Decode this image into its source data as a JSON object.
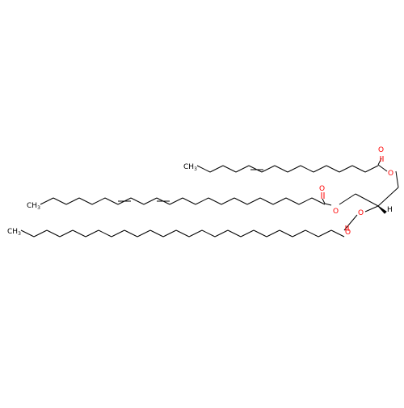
{
  "molecule": {
    "atoms": {
      "ch3": "CH",
      "ch3_sub": "3",
      "oxygen": "O",
      "hydrogen": "H"
    },
    "colors": {
      "bond": "#000000",
      "oxygen": "#ff0000",
      "carbon": "#000000"
    },
    "chains": [
      {
        "name": "tetradecenoyl",
        "carbons": 14,
        "double_bonds": [
          9
        ]
      },
      {
        "name": "icosadienoyl",
        "carbons": 20,
        "double_bonds": [
          11,
          14
        ]
      },
      {
        "name": "tetracosanoyl",
        "carbons": 24,
        "double_bonds": []
      }
    ]
  }
}
